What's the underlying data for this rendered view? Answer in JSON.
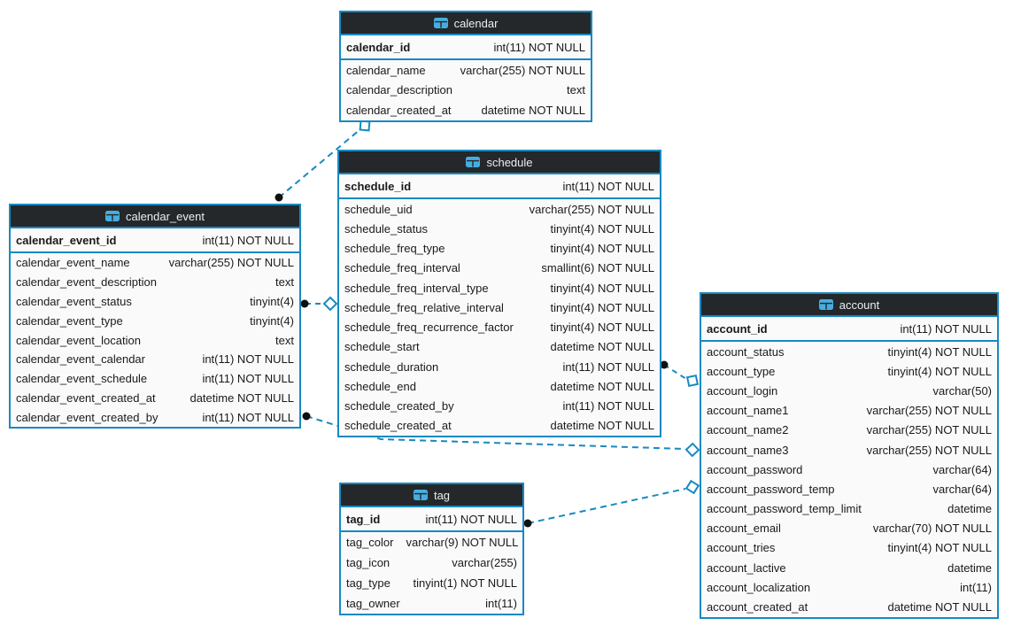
{
  "diagram": {
    "colors": {
      "accent_blue": "#1789c2",
      "header_bg": "#24282a",
      "header_text": "#eceef0",
      "row_bg": "#fafafa",
      "icon_blue": "#45aee0",
      "connector_dot": "#101010"
    },
    "icon": "table-icon",
    "tables": [
      {
        "id": "calendar",
        "title": "calendar",
        "primary_key": {
          "name": "calendar_id",
          "type": "int(11) NOT NULL"
        },
        "columns": [
          {
            "name": "calendar_name",
            "type": "varchar(255) NOT NULL"
          },
          {
            "name": "calendar_description",
            "type": "text"
          },
          {
            "name": "calendar_created_at",
            "type": "datetime NOT NULL"
          }
        ]
      },
      {
        "id": "schedule",
        "title": "schedule",
        "primary_key": {
          "name": "schedule_id",
          "type": "int(11) NOT NULL"
        },
        "columns": [
          {
            "name": "schedule_uid",
            "type": "varchar(255) NOT NULL"
          },
          {
            "name": "schedule_status",
            "type": "tinyint(4) NOT NULL"
          },
          {
            "name": "schedule_freq_type",
            "type": "tinyint(4) NOT NULL"
          },
          {
            "name": "schedule_freq_interval",
            "type": "smallint(6) NOT NULL"
          },
          {
            "name": "schedule_freq_interval_type",
            "type": "tinyint(4) NOT NULL"
          },
          {
            "name": "schedule_freq_relative_interval",
            "type": "tinyint(4) NOT NULL"
          },
          {
            "name": "schedule_freq_recurrence_factor",
            "type": "tinyint(4) NOT NULL"
          },
          {
            "name": "schedule_start",
            "type": "datetime NOT NULL"
          },
          {
            "name": "schedule_duration",
            "type": "int(11) NOT NULL"
          },
          {
            "name": "schedule_end",
            "type": "datetime NOT NULL"
          },
          {
            "name": "schedule_created_by",
            "type": "int(11) NOT NULL"
          },
          {
            "name": "schedule_created_at",
            "type": "datetime NOT NULL"
          }
        ]
      },
      {
        "id": "calendar_event",
        "title": "calendar_event",
        "primary_key": {
          "name": "calendar_event_id",
          "type": "int(11) NOT NULL"
        },
        "columns": [
          {
            "name": "calendar_event_name",
            "type": "varchar(255) NOT NULL"
          },
          {
            "name": "calendar_event_description",
            "type": "text"
          },
          {
            "name": "calendar_event_status",
            "type": "tinyint(4)"
          },
          {
            "name": "calendar_event_type",
            "type": "tinyint(4)"
          },
          {
            "name": "calendar_event_location",
            "type": "text"
          },
          {
            "name": "calendar_event_calendar",
            "type": "int(11) NOT NULL"
          },
          {
            "name": "calendar_event_schedule",
            "type": "int(11) NOT NULL"
          },
          {
            "name": "calendar_event_created_at",
            "type": "datetime NOT NULL"
          },
          {
            "name": "calendar_event_created_by",
            "type": "int(11) NOT NULL"
          }
        ]
      },
      {
        "id": "account",
        "title": "account",
        "primary_key": {
          "name": "account_id",
          "type": "int(11) NOT NULL"
        },
        "columns": [
          {
            "name": "account_status",
            "type": "tinyint(4) NOT NULL"
          },
          {
            "name": "account_type",
            "type": "tinyint(4) NOT NULL"
          },
          {
            "name": "account_login",
            "type": "varchar(50)"
          },
          {
            "name": "account_name1",
            "type": "varchar(255) NOT NULL"
          },
          {
            "name": "account_name2",
            "type": "varchar(255) NOT NULL"
          },
          {
            "name": "account_name3",
            "type": "varchar(255) NOT NULL"
          },
          {
            "name": "account_password",
            "type": "varchar(64)"
          },
          {
            "name": "account_password_temp",
            "type": "varchar(64)"
          },
          {
            "name": "account_password_temp_limit",
            "type": "datetime"
          },
          {
            "name": "account_email",
            "type": "varchar(70) NOT NULL"
          },
          {
            "name": "account_tries",
            "type": "tinyint(4) NOT NULL"
          },
          {
            "name": "account_lactive",
            "type": "datetime"
          },
          {
            "name": "account_localization",
            "type": "int(11)"
          },
          {
            "name": "account_created_at",
            "type": "datetime NOT NULL"
          }
        ]
      },
      {
        "id": "tag",
        "title": "tag",
        "primary_key": {
          "name": "tag_id",
          "type": "int(11) NOT NULL"
        },
        "columns": [
          {
            "name": "tag_color",
            "type": "varchar(9) NOT NULL"
          },
          {
            "name": "tag_icon",
            "type": "varchar(255)"
          },
          {
            "name": "tag_type",
            "type": "tinyint(1) NOT NULL"
          },
          {
            "name": "tag_owner",
            "type": "int(11)"
          }
        ]
      }
    ],
    "relationships": [
      {
        "from": "calendar_event",
        "to": "calendar",
        "line_style": "dashed"
      },
      {
        "from": "calendar_event",
        "to": "schedule",
        "line_style": "dashed"
      },
      {
        "from": "schedule",
        "to": "account",
        "line_style": "dashed"
      },
      {
        "from": "calendar_event",
        "to": "account",
        "line_style": "dashed"
      },
      {
        "from": "tag",
        "to": "account",
        "line_style": "dashed"
      }
    ]
  }
}
